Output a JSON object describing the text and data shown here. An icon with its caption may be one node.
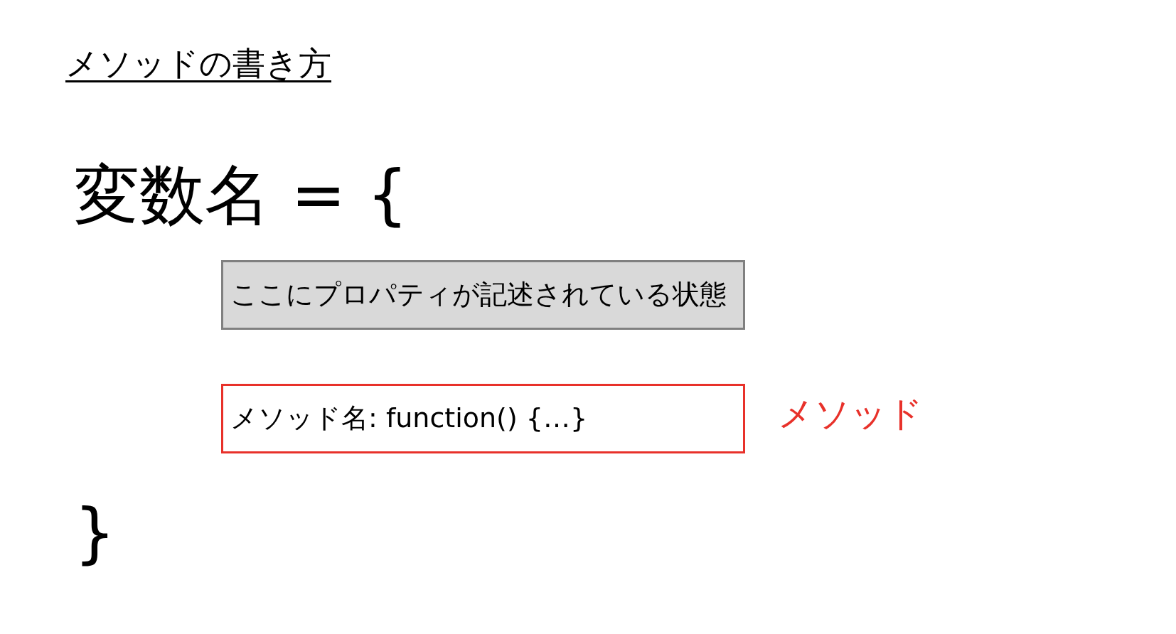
{
  "diagram": {
    "title": "メソッドの書き方",
    "nodes": [
      {
        "text": [
          "ここにプロパティが記述されている状態"
        ]
      },
      {
        "text": [
          "メソッド名: function() {…}"
        ],
        "beside": [
          "メソッド"
        ]
      }
    ],
    "edges": [],
    "labels": [
      "変数名 = {",
      "}"
    ]
  }
}
